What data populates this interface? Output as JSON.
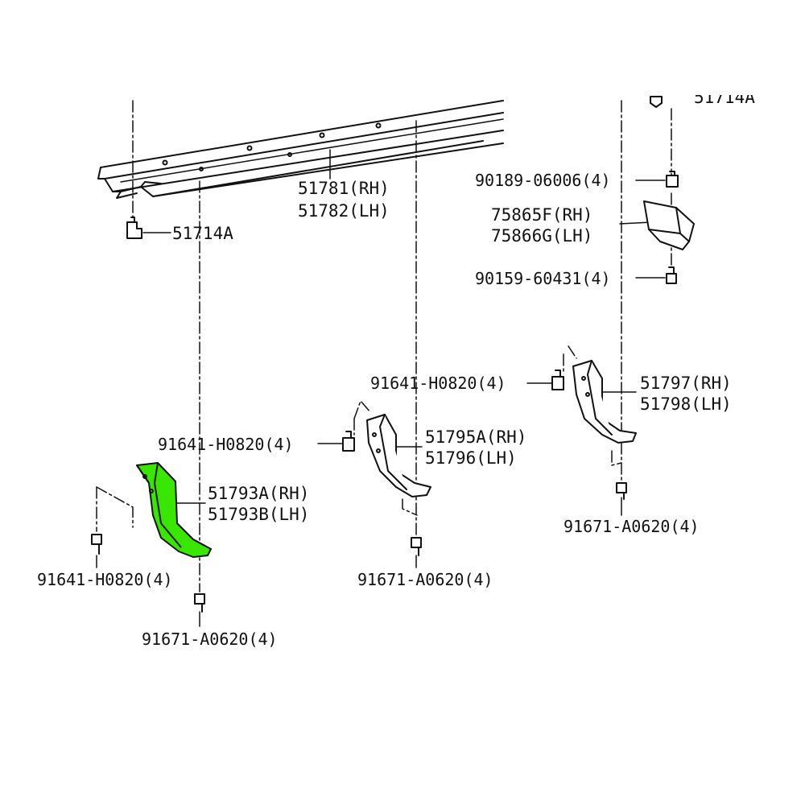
{
  "diagram": {
    "highlight_color": "#39e600",
    "line_color": "#111111",
    "labels": {
      "top_right_partial": "51714A",
      "rail_rh": "51781(RH)",
      "rail_lh": "51782(LH)",
      "bolt_left_top": "51714A",
      "nut_top": "90189-06006(4)",
      "cover_rh": "75865F(RH)",
      "cover_lh": "75866G(LH)",
      "screw_cover": "90159-60431(4)",
      "bolt_rear_bracket_top": "91641-H0820(4)",
      "rear_bracket_rh": "51797(RH)",
      "rear_bracket_lh": "51798(LH)",
      "bolt_mid_bracket_top": "91641-H0820(4)",
      "mid_bracket_rh": "51795A(RH)",
      "mid_bracket_lh": "51796(LH)",
      "front_bracket_rh": "51793A(RH)",
      "front_bracket_lh": "51793B(LH)",
      "bolt_rear_bracket_bottom": "91671-A0620(4)",
      "bolt_front_bracket_side": "91641-H0820(4)",
      "bolt_mid_bracket_bottom": "91671-A0620(4)",
      "bolt_front_bracket_bottom": "91671-A0620(4)"
    }
  }
}
